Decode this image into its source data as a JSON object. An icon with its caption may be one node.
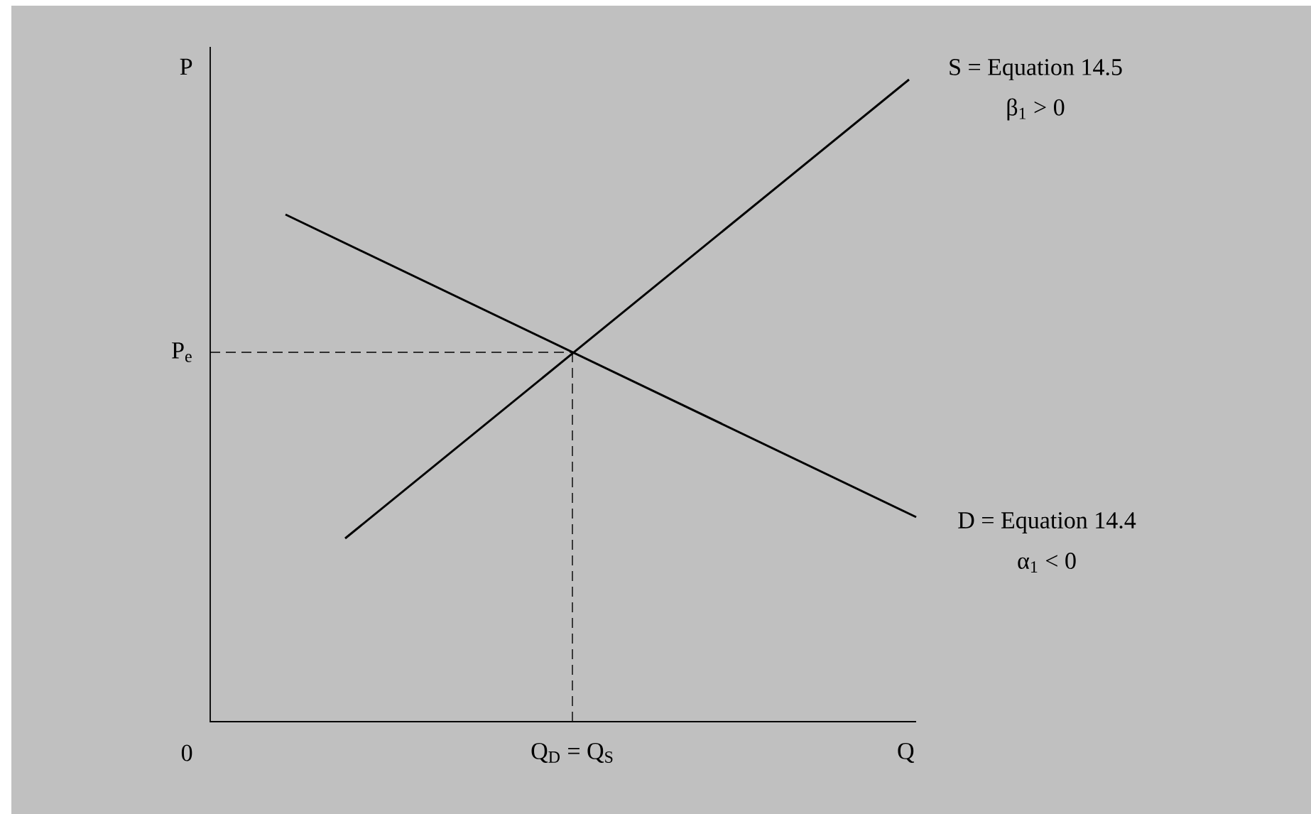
{
  "diagram": {
    "labels": [
      "P",
      "P$_{e}$",
      "0",
      "Q$_{D}$ = Q$_{S}$",
      "Q",
      "S = Equation 14.5",
      "β$_{1}$ > 0",
      "D = Equation 14.4",
      "α$_{1}$ < 0"
    ]
  }
}
